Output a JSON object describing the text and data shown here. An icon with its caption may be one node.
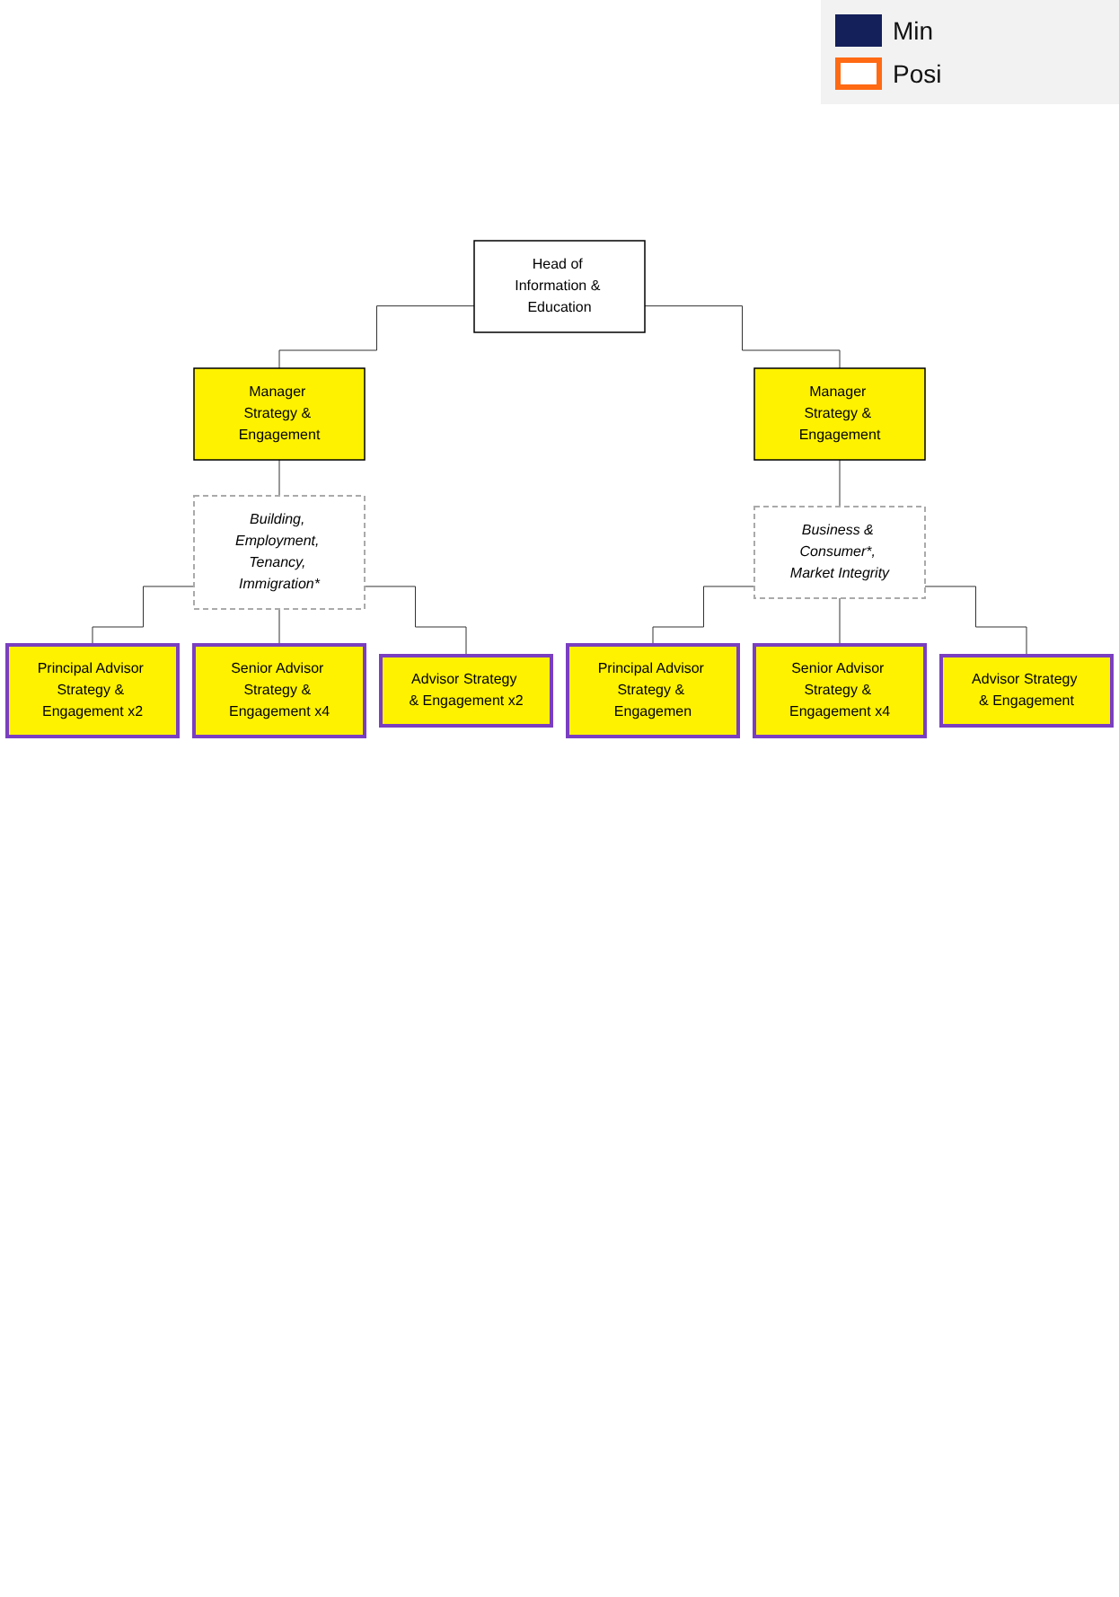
{
  "diagram": {
    "nodes": [
      {
        "text": [
          "Head of Information & Education"
        ]
      },
      {
        "text": [
          "Manager Strategy & Engagement"
        ]
      },
      {
        "text": [
          "Manager Strategy & Engagement"
        ]
      },
      {
        "text": [
          "Building, Employment, Tenancy, Immigration*"
        ]
      },
      {
        "text": [
          "Business & Consumer*, Market Integrity"
        ]
      },
      {
        "text": [
          "Principal Advisor Strategy & Engagement x2"
        ]
      },
      {
        "text": [
          "Senior Advisor Strategy & Engagement x4"
        ]
      },
      {
        "text": [
          "Advisor Strategy & Engagement x2"
        ]
      },
      {
        "text": [
          "Principal Advisor Strategy & Engagemen"
        ]
      },
      {
        "text": [
          "Senior Advisor Strategy & Engagement x4"
        ]
      },
      {
        "text": [
          "Advisor Strategy & Engagement"
        ]
      }
    ],
    "edges": [
      {
        "from": 0,
        "to": 1,
        "arrow": "none"
      },
      {
        "from": 0,
        "to": 2,
        "arrow": "none"
      },
      {
        "from": 1,
        "to": 3,
        "arrow": "none"
      },
      {
        "from": 2,
        "to": 4,
        "arrow": "none"
      },
      {
        "from": 3,
        "to": 5,
        "arrow": "none"
      },
      {
        "from": 3,
        "to": 6,
        "arrow": "none"
      },
      {
        "from": 3,
        "to": 7,
        "arrow": "none"
      },
      {
        "from": 4,
        "to": 8,
        "arrow": "none"
      },
      {
        "from": 4,
        "to": 9,
        "arrow": "none"
      },
      {
        "from": 4,
        "to": 10,
        "arrow": "none"
      }
    ],
    "legend": [
      {
        "text": "Min",
        "color": "#14205a"
      },
      {
        "text": "Posi"
      }
    ]
  }
}
